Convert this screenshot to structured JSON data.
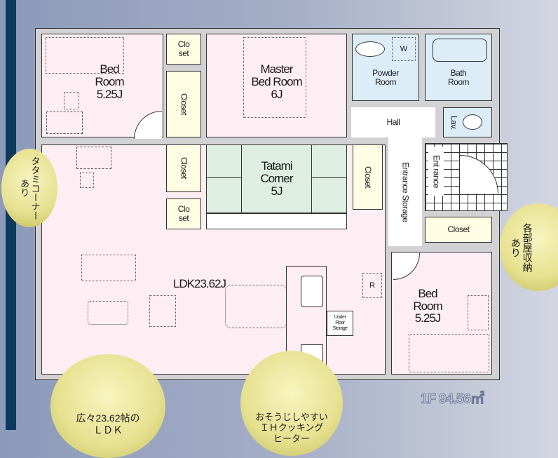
{
  "rooms": {
    "bed1": "Bed\nRoom\n5.25J",
    "closet_a": "Clo\nset",
    "closet_b": "Closet",
    "closet_c": "Closet",
    "closet_d": "Clo\nset",
    "master": "Master\nBed Room\n6J",
    "powder": "Powder\nRoom",
    "washer": "W",
    "bath": "Bath\nRoom",
    "hall": "Hall",
    "lav": "Lav.",
    "tatami": "Tatami\nCorner\n5J",
    "closet_e": "Closet",
    "entrance": "Ent\nrance",
    "entrance_storage": "Entrance\nStorage",
    "closet_f": "Closet",
    "bed3": "Bed\nRoom\n5.25J",
    "ldk": "LDK23.62J",
    "underfloor": "Under\nFloor\nStorage",
    "fridge": "R"
  },
  "callouts": {
    "tatami": "タタミコーナー\nあり",
    "storage": "各部屋収納\nあり",
    "ldk": "広々23.62帖の\nＬＤＫ",
    "ih": "おそうじしやすい\nＩＨクッキング\nヒーター"
  },
  "area": "1F 94.56㎡",
  "colors": {
    "navy": "#0c3a5e",
    "room_pink": "#fdeef3",
    "room_blue": "#dcedf8",
    "tatami_green": "#deeee2",
    "closet_yellow": "#fffde4"
  }
}
